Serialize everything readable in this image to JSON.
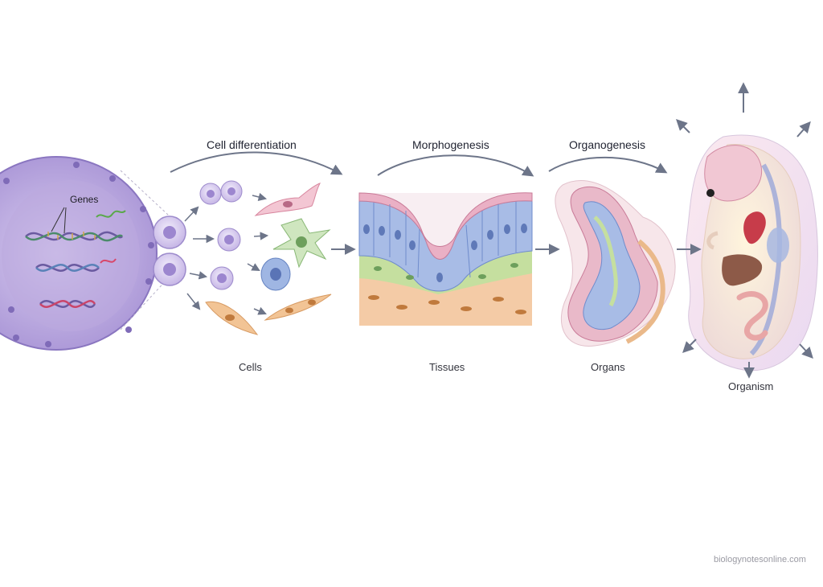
{
  "labels": {
    "genes": "Genes",
    "cell_differentiation": "Cell differentiation",
    "morphogenesis": "Morphogenesis",
    "organogenesis": "Organogenesis",
    "cells": "Cells",
    "tissues": "Tissues",
    "organs": "Organs",
    "organism": "Organism",
    "credit": "biologynotesonline.com"
  },
  "colors": {
    "arrow": "#6d7589",
    "nucleus": "#b9a8dc",
    "cell_purple": "#cbbde8",
    "tissue_blue": "#8fa8da",
    "tissue_pink": "#e7a5bb",
    "tissue_green": "#a9cf9b",
    "tissue_orange": "#eab98a"
  }
}
